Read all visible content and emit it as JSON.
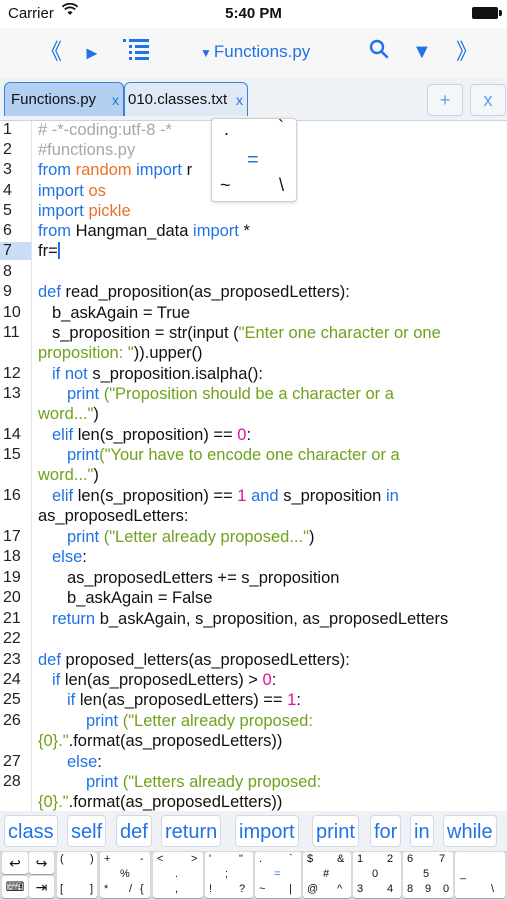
{
  "status": {
    "carrier": "Carrier",
    "time": "5:40 PM"
  },
  "toolbar": {
    "prev_label": "《",
    "run_label": "►",
    "outline_label": "☰",
    "file_title": "Functions.py",
    "search_label": "⚲",
    "down_label": "▼",
    "next_label": "》"
  },
  "tabs": [
    {
      "label": "Functions.py",
      "close": "x"
    },
    {
      "label": "010.classes.txt",
      "close": "x"
    }
  ],
  "tab_buttons": {
    "add": "+",
    "close": "x"
  },
  "line_numbers": [
    "1",
    "2",
    "3",
    "4",
    "5",
    "6",
    "7",
    "8",
    "9",
    "10",
    "11",
    "12",
    "13",
    "14",
    "15",
    "16",
    "17",
    "18",
    "19",
    "20",
    "21",
    "22",
    "23",
    "24",
    "25",
    "26",
    "27",
    "28"
  ],
  "active_line": "7",
  "code": {
    "l1": "# -*-coding:utf-8 -*",
    "l2": "#functions.py",
    "l3_from": "from",
    "l3_mod": "random",
    "l3_imp": "import",
    "l3_rest": "r",
    "l4_imp": "import",
    "l4_mod": "os",
    "l5_imp": "import",
    "l5_mod": "pickle",
    "l6_from": "from",
    "l6_mod": "Hangman_data",
    "l6_imp": "import",
    "l6_rest": "*",
    "l7": "fr=",
    "l9_def": "def",
    "l9_rest": "read_proposition(as_proposedLetters):",
    "l10": "b_askAgain = True",
    "l11_a": "s_proposition = str(input (",
    "l11_s": "\"Enter one character or one",
    "l11_c_s": "proposition: \"",
    "l11_c_r": ")).upper()",
    "l12_if": "if not",
    "l12_rest": "s_proposition.isalpha():",
    "l13_print": "print",
    "l13_s": "(\"Proposition should be a character or a",
    "l13_c_s": "word...\"",
    "l13_c_r": ")",
    "l14_elif": "elif",
    "l14_a": "len(s_proposition) ==",
    "l14_n": "0",
    "l14_b": ":",
    "l15_print": "print",
    "l15_s": "(\"Your have to encode one character or a",
    "l15_c_s": "word...\"",
    "l15_c_r": ")",
    "l16_elif": "elif",
    "l16_a": "len(s_proposition) ==",
    "l16_n": "1",
    "l16_and": "and",
    "l16_b": "s_proposition",
    "l16_in": "in",
    "l16_c": "as_proposedLetters:",
    "l17_print": "print",
    "l17_s": "(\"Letter already proposed...\"",
    "l17_r": ")",
    "l18": "else",
    "l18_r": ":",
    "l19": "as_proposedLetters += s_proposition",
    "l20": "b_askAgain = False",
    "l21_ret": "return",
    "l21_rest": "b_askAgain, s_proposition, as_proposedLetters",
    "l23_def": "def",
    "l23_rest": "proposed_letters(as_proposedLetters):",
    "l24_if": "if",
    "l24_a": "len(as_proposedLetters) >",
    "l24_n": "0",
    "l24_b": ":",
    "l25_if": "if",
    "l25_a": "len(as_proposedLetters) ==",
    "l25_n": "1",
    "l25_b": ":",
    "l26_print": "print",
    "l26_s": "(\"Letter already proposed:",
    "l26_c_s": "{0}.\"",
    "l26_c_r": ".format(as_proposedLetters))",
    "l27": "else",
    "l27_r": ":",
    "l28_print": "print",
    "l28_s": "(\"Letters already proposed:",
    "l28_c_s": "{0}.\"",
    "l28_c_r": ".format(as_proposedLetters))"
  },
  "popup_chars": {
    "tl": ".",
    "tr": "`",
    "mid": "=",
    "bl": "~",
    "br": "\\"
  },
  "suggestions": [
    "class",
    "self",
    "def",
    "return",
    "import",
    "print",
    "for",
    "in",
    "while"
  ],
  "keyboard": {
    "k1": [
      "(",
      ")",
      "[",
      "]"
    ],
    "k2": [
      "+",
      "-",
      "%",
      "*",
      "/",
      "{"
    ],
    "k3": [
      "<",
      ">",
      ".",
      ","
    ],
    "k4": [
      "'",
      "\"",
      ";",
      "!",
      "?"
    ],
    "k5": [
      ".",
      "`",
      "=",
      "~",
      "|"
    ],
    "k6": [
      "$",
      "&",
      "#",
      "@",
      "^"
    ],
    "k7": [
      "1",
      "2",
      "0",
      "3",
      "4"
    ],
    "k8": [
      "6",
      "7",
      "5",
      "8",
      "9",
      "0"
    ],
    "k9": [
      "_",
      "\\"
    ]
  },
  "colors": {
    "accent": "#1f73e6",
    "keyword": "#1f73e6",
    "module": "#e8702a",
    "string": "#6fa21c",
    "number": "#e0119b",
    "comment": "#a7a7a7"
  }
}
